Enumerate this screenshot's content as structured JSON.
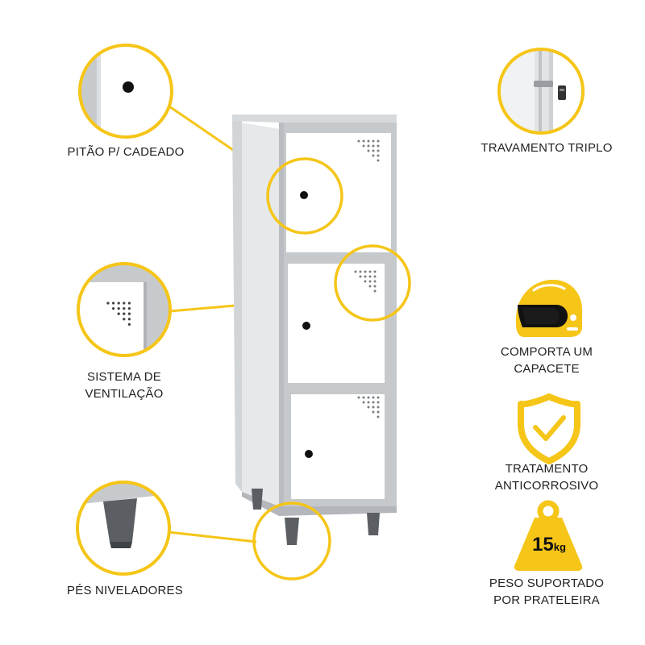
{
  "colors": {
    "accent": "#f5c518",
    "cabinet_body": "#c9cccf",
    "door": "#ffffff",
    "feet": "#5b5f63",
    "text": "#222222"
  },
  "features": {
    "pitao": {
      "label": "PITÃO P/ CADEADO"
    },
    "ventilacao": {
      "line1": "SISTEMA DE",
      "line2": "VENTILAÇÃO"
    },
    "pes": {
      "label": "PÉS NIVELADORES"
    },
    "travamento": {
      "label": "TRAVAMENTO TRIPLO"
    },
    "capacete": {
      "icon": "helmet-icon",
      "line1": "COMPORTA UM",
      "line2": "CAPACETE"
    },
    "anticorrosivo": {
      "icon": "shield-check-icon",
      "line1": "TRATAMENTO",
      "line2": "ANTICORROSIVO"
    },
    "peso": {
      "icon": "weight-icon",
      "weight_value": "15",
      "weight_unit": "kg",
      "line1": "PESO SUPORTADO",
      "line2": "POR PRATELEIRA"
    }
  }
}
